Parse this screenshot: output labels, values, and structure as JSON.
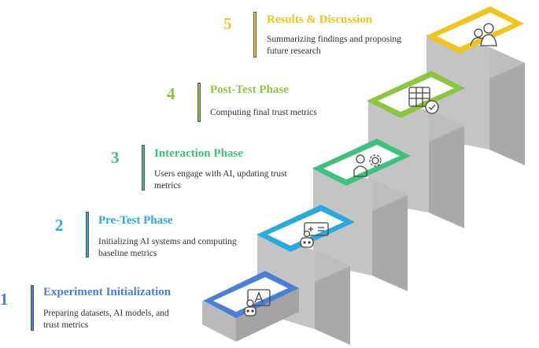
{
  "phases": [
    {
      "number": "1",
      "title": "Experiment Initialization",
      "desc_lines": [
        "Preparing datasets, AI models, and",
        "trust metrics"
      ],
      "color": "#4a7fd8",
      "icon": "robot-translate-icon"
    },
    {
      "number": "2",
      "title": "Pre-Test Phase",
      "desc_lines": [
        "Initializing AI systems and computing",
        "baseline metrics"
      ],
      "color": "#29a9dc",
      "icon": "robot-math-icon"
    },
    {
      "number": "3",
      "title": "Interaction Phase",
      "desc_lines": [
        "Users engage with AI, updating trust",
        "metrics"
      ],
      "color": "#3ec07e",
      "icon": "user-gear-icon"
    },
    {
      "number": "4",
      "title": "Post-Test Phase",
      "desc_lines": [
        "Computing final trust metrics"
      ],
      "color": "#8cc63f",
      "icon": "table-check-icon"
    },
    {
      "number": "5",
      "title": "Results & Discussion",
      "desc_lines": [
        "Summarizing findings and proposing",
        "future research"
      ],
      "color": "#f2c318",
      "icon": "people-discussion-icon"
    }
  ]
}
